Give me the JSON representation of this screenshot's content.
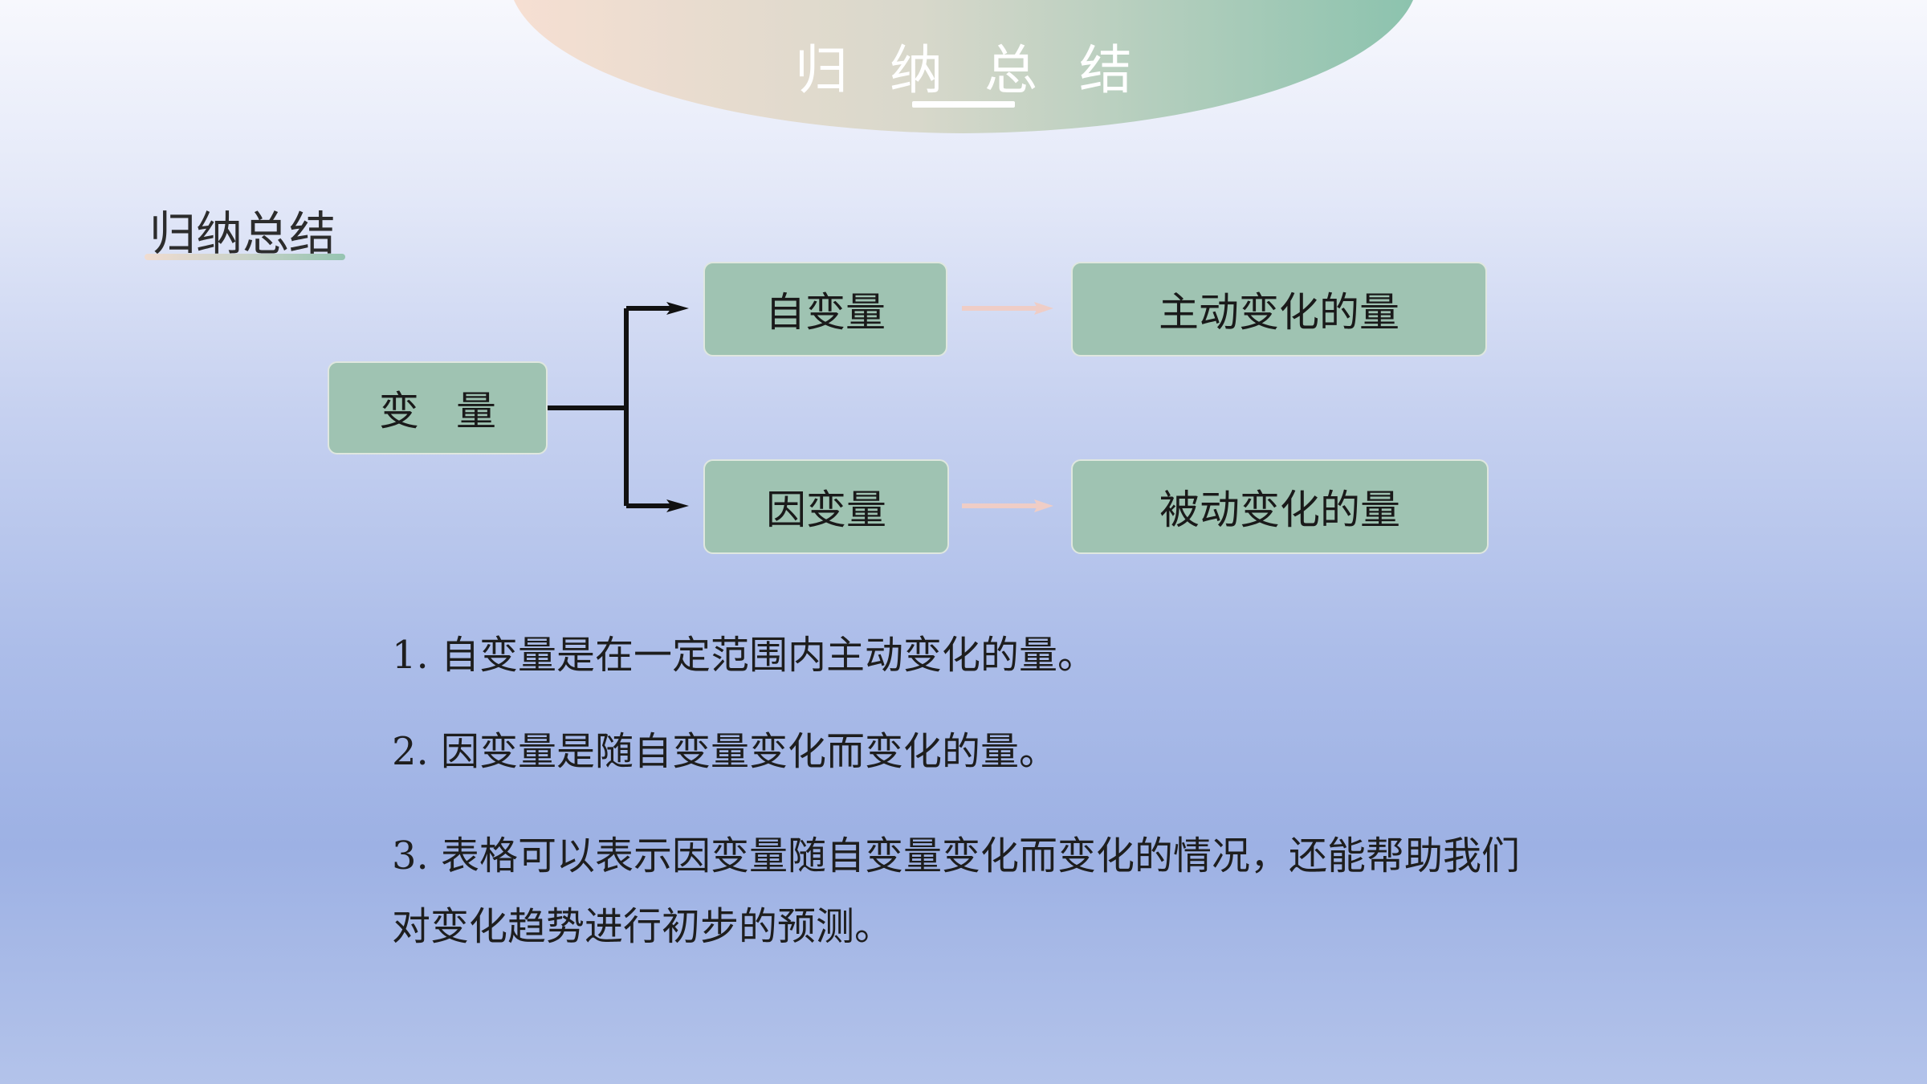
{
  "slide": {
    "banner_title": "归纳总结",
    "section_heading": "归纳总结"
  },
  "diagram": {
    "root_label": "变量",
    "branches": [
      {
        "term": "自变量",
        "definition": "主动变化的量"
      },
      {
        "term": "因变量",
        "definition": "被动变化的量"
      }
    ]
  },
  "points": [
    "1. 自变量是在一定范围内主动变化的量。",
    "2. 因变量是随自变量变化而变化的量。",
    "3. 表格可以表示因变量随自变量变化而变化的情况，还能帮助我们",
    "对变化趋势进行初步的预测。"
  ],
  "colors": {
    "box_fill": "#9fc3b2",
    "banner_left": "#f3dccf",
    "banner_right": "#8dc2ad",
    "arrow_pink": "#efcdc6"
  }
}
